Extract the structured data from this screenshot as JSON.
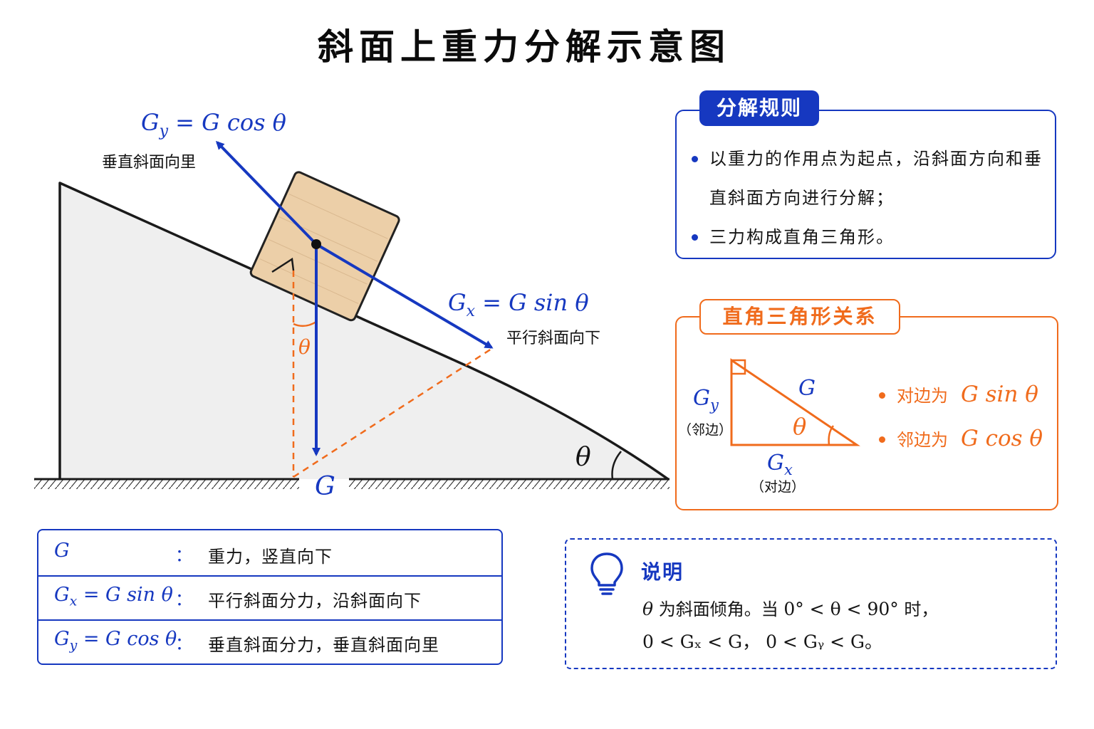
{
  "title": "斜面上重力分解示意图",
  "diagram": {
    "gy_label": {
      "sym": "G",
      "sub": "y",
      "rest": " = G cos θ"
    },
    "gy_desc": "垂直斜面向里",
    "gx_label": {
      "sym": "G",
      "sub": "x",
      "rest": " = G sin θ"
    },
    "gx_desc": "平行斜面向下",
    "g_label": "G",
    "theta_inner": "θ",
    "theta_base": "θ",
    "colors": {
      "blue": "#1638c0",
      "orange": "#f06b1c",
      "block": "#eccfa8",
      "slope": "#efefef"
    }
  },
  "rules": {
    "heading": "分解规则",
    "items": [
      "以重力的作用点为起点，沿斜面方向和垂直斜面方向进行分解；",
      "三力构成直角三角形。"
    ]
  },
  "triangle": {
    "heading": "直角三角形关系",
    "hyp_label": "G",
    "theta": "θ",
    "gy_sym": "G",
    "gy_sub": "y",
    "gy_note": "（邻边）",
    "gx_sym": "G",
    "gx_sub": "x",
    "gx_note": "（对边）",
    "relations": [
      {
        "label": "对边为",
        "formula": "G sin θ"
      },
      {
        "label": "邻边为",
        "formula": "G cos θ"
      }
    ]
  },
  "legend": [
    {
      "sym": "G",
      "sub": "",
      "rest": "",
      "colon": "：",
      "desc": "重力，竖直向下"
    },
    {
      "sym": "G",
      "sub": "x",
      "rest": " = G sin θ",
      "colon": "：",
      "desc": "平行斜面分力，沿斜面向下"
    },
    {
      "sym": "G",
      "sub": "y",
      "rest": " = G cos θ",
      "colon": "：",
      "desc": "垂直斜面分力，垂直斜面向里"
    }
  ],
  "note": {
    "title": "说明",
    "line1_a": "θ",
    "line1_b": " 为斜面倾角。当 ",
    "line1_c": "0° < θ < 90°",
    "line1_d": " 时，",
    "line2": "0 < Gₓ < G， 0 < Gᵧ < G。"
  }
}
